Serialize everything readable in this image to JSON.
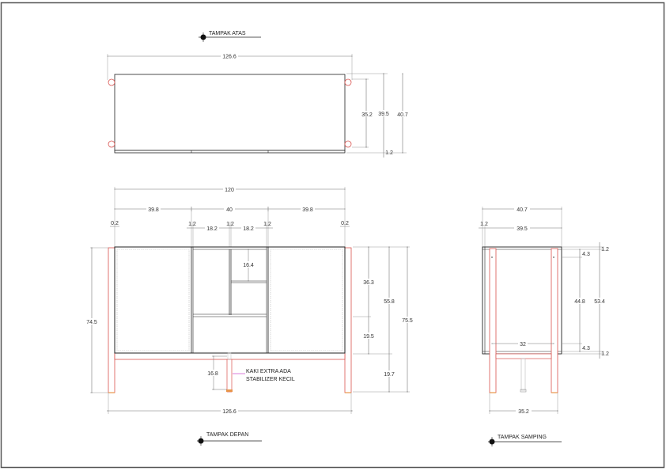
{
  "colors": {
    "frame": "#555555",
    "outline": "#222222",
    "dim_line": "#777777",
    "leg": "#d9534f",
    "leg_fill": "#ffffff",
    "foot": "#e8954a",
    "leader": "#cc44cc",
    "hidden": "#bbbbbb"
  },
  "views": {
    "top": {
      "title": "TAMPAK ATAS",
      "overall_width": "126.6",
      "depth_inner": "35.2",
      "depth_body": "39.5",
      "depth_total": "40.7",
      "front_strip": "1.2"
    },
    "front": {
      "title": "TAMPAK DEPAN",
      "body_width": "120",
      "left_bay": "39.8",
      "center_bay": "40",
      "right_bay": "39.8",
      "left_gap": "0.2",
      "right_gap": "0.2",
      "partition_1": "1.2",
      "partition_2": "1.2",
      "partition_3": "1.2",
      "cubby_left": "18.2",
      "cubby_right": "18.2",
      "cubby_height": "16.4",
      "overall_height": "74.5",
      "upper_section": "36.3",
      "lower_section": "19.5",
      "body_height": "55.8",
      "total_height": "75.5",
      "leg_clearance": "19.7",
      "extra_leg_height": "16.8",
      "overall_width_bottom": "126.6",
      "note_line1": "KAKI EXTRA ADA",
      "note_line2": "STABILIZER KECIL"
    },
    "side": {
      "title": "TAMPAK SAMPING",
      "overall_depth": "40.7",
      "back_panel": "1.2",
      "body_depth": "39.5",
      "top_panel": "1.2",
      "top_inset": "4.3",
      "inner_height": "44.8",
      "body_height": "53.4",
      "bottom_inset": "4.3",
      "bottom_panel": "1.2",
      "leg_spacing": "32",
      "leg_outer": "35.2"
    }
  }
}
